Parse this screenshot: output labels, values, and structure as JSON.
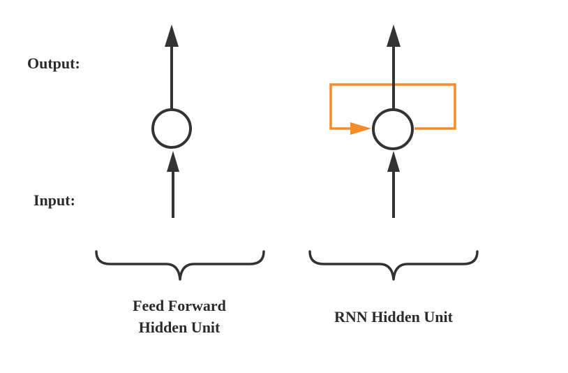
{
  "labels": {
    "output": "Output:",
    "input": "Input:"
  },
  "units": [
    {
      "id": "feed-forward",
      "caption_lines": [
        "Feed Forward",
        "Hidden Unit"
      ],
      "has_recurrent_loop": false
    },
    {
      "id": "rnn",
      "caption_lines": [
        "RNN Hidden Unit"
      ],
      "has_recurrent_loop": true
    }
  ],
  "colors": {
    "stroke": "#333333",
    "recurrent_loop": "#f68b2c",
    "background": "#ffffff"
  }
}
